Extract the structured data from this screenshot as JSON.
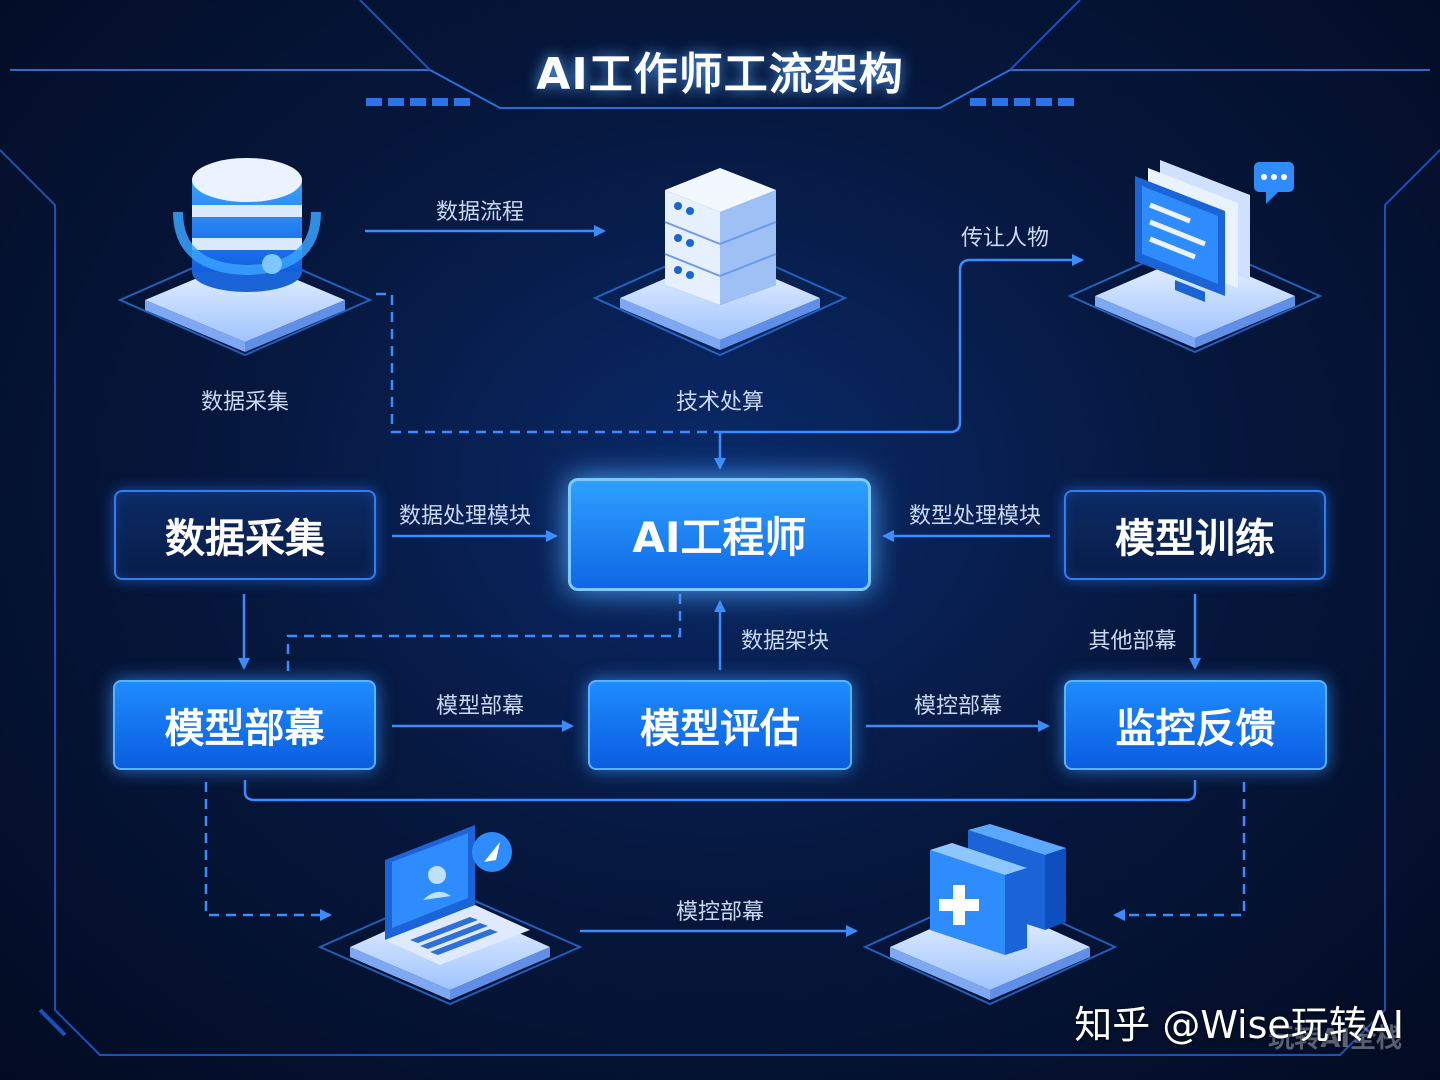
{
  "title": "AI工作师工流架构",
  "icon_labels": {
    "database": "数据采集",
    "server": "技术处算",
    "monitor": "传让人物"
  },
  "flow_labels": {
    "data_flow": "数据流程",
    "process_module": "数据处理模块",
    "model_process": "数型处理模块",
    "data_frame": "数据架块",
    "other_deploy": "其他部幕",
    "model_deploy_arrow": "模型部幕",
    "monitor_deploy_arrow": "模控部幕",
    "bottom_arrow": "模控部幕"
  },
  "nodes": {
    "data_collect": "数据采集",
    "ai_engineer": "AI工程师",
    "model_train": "模型训练",
    "model_deploy": "模型部幕",
    "model_eval": "模型评估",
    "monitor_feedback": "监控反馈"
  },
  "icons": [
    "database-icon",
    "server-icon",
    "monitor-icon",
    "laptop-icon",
    "medical-kit-icon"
  ],
  "colors": {
    "background": "#06183f",
    "accent": "#2f7ff0",
    "bright_node": "#1e8cff",
    "line": "#3b8cff"
  },
  "watermark": "知乎 @Wise玩转AI",
  "watermark_sub": "玩转AI全栈"
}
